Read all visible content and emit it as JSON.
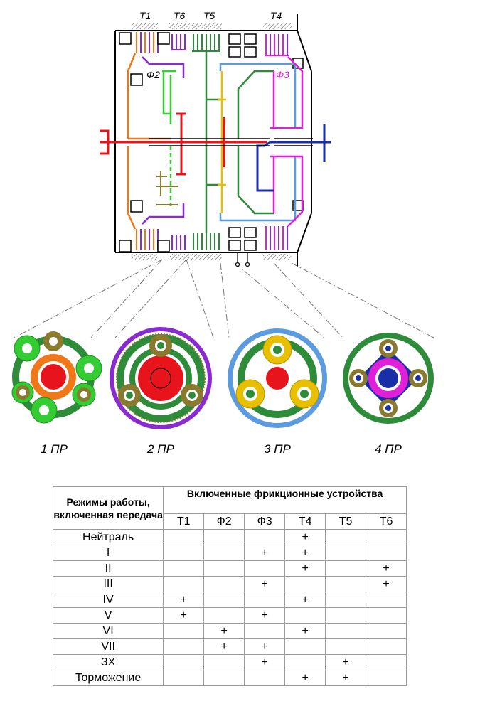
{
  "scheme": {
    "brake_labels": [
      "T1",
      "T6",
      "T5",
      "T4"
    ],
    "clutch_labels": [
      "Ф2",
      "Ф3"
    ],
    "colors": {
      "input_shaft": "#e8141c",
      "output_shaft": "#1a2ea8",
      "row1": "#f07818",
      "row1_gear": "#33cc33",
      "row2": "#8a2bd0",
      "row3": "#e8c000",
      "row4": "#e020d8",
      "carrier": "#2e8b3a",
      "sun_green": "#33cc33",
      "frame": "#000000",
      "brown": "#8a7a30",
      "light_blue": "#5c9be0"
    }
  },
  "planetary_rows": [
    {
      "label": "1 ПР"
    },
    {
      "label": "2 ПР"
    },
    {
      "label": "3 ПР"
    },
    {
      "label": "4 ПР"
    }
  ],
  "table": {
    "corner_header": "Режимы работы, включенная передача",
    "group_header": "Включенные фрикционные устройства",
    "devices": [
      "Т1",
      "Ф2",
      "Ф3",
      "Т4",
      "Т5",
      "Т6"
    ],
    "rows": [
      {
        "mode": "Нейтраль",
        "cells": [
          "",
          "",
          "",
          "+",
          "",
          ""
        ]
      },
      {
        "mode": "I",
        "cells": [
          "",
          "",
          "+",
          "+",
          "",
          ""
        ]
      },
      {
        "mode": "II",
        "cells": [
          "",
          "",
          "",
          "+",
          "",
          "+"
        ]
      },
      {
        "mode": "III",
        "cells": [
          "",
          "",
          "+",
          "",
          "",
          "+"
        ]
      },
      {
        "mode": "IV",
        "cells": [
          "+",
          "",
          "",
          "+",
          "",
          ""
        ]
      },
      {
        "mode": "V",
        "cells": [
          "+",
          "",
          "+",
          "",
          "",
          ""
        ]
      },
      {
        "mode": "VI",
        "cells": [
          "",
          "+",
          "",
          "+",
          "",
          ""
        ]
      },
      {
        "mode": "VII",
        "cells": [
          "",
          "+",
          "+",
          "",
          "",
          ""
        ]
      },
      {
        "mode": "ЗХ",
        "cells": [
          "",
          "",
          "+",
          "",
          "+",
          ""
        ]
      },
      {
        "mode": "Торможение",
        "cells": [
          "",
          "",
          "",
          "+",
          "+",
          ""
        ]
      }
    ]
  }
}
